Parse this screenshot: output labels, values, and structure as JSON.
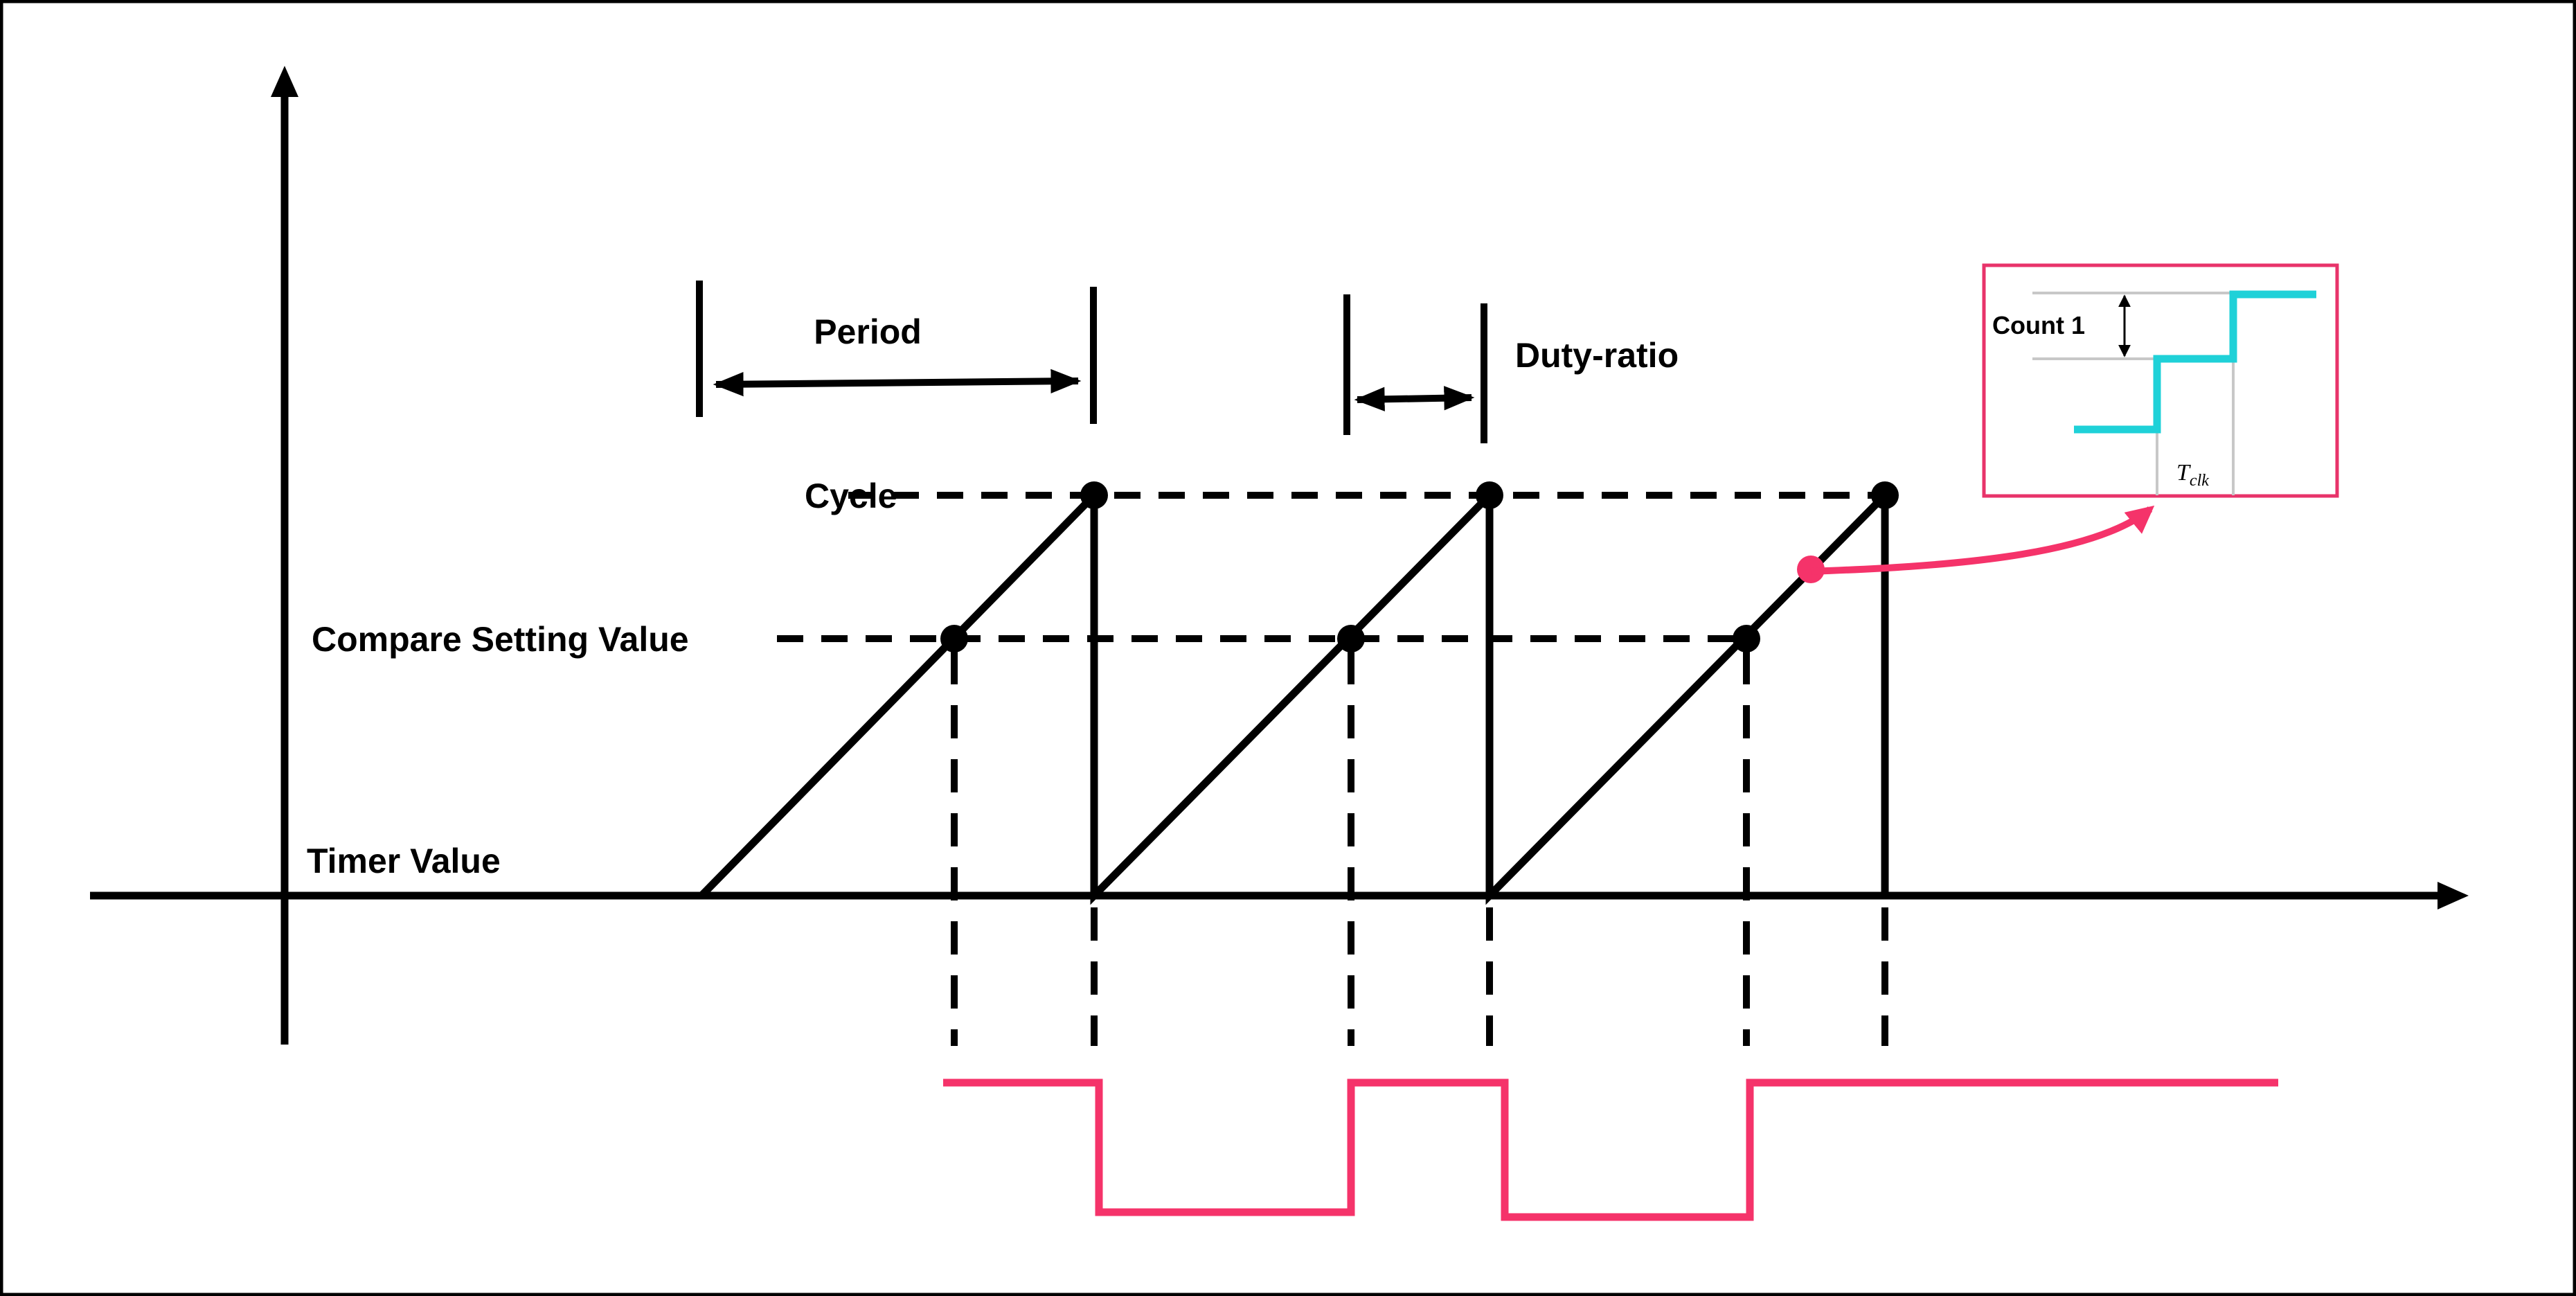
{
  "labels": {
    "period": "Period",
    "duty_ratio": "Duty-ratio",
    "cycle": "Cycle",
    "compare_setting_value": "Compare Setting Value",
    "timer_value": "Timer Value",
    "count_1": "Count 1",
    "t_clk": "T",
    "t_clk_sub": "clk"
  },
  "colors": {
    "axis": "#000000",
    "pwm_output": "#f5336a",
    "inset_border": "#e8336a",
    "staircase": "#1fd1d8",
    "inset_guides": "#c8c8c8"
  },
  "icons": [
    "y-axis-arrow-icon",
    "x-axis-arrow-icon",
    "double-arrow-icon",
    "curved-arrow-icon"
  ]
}
